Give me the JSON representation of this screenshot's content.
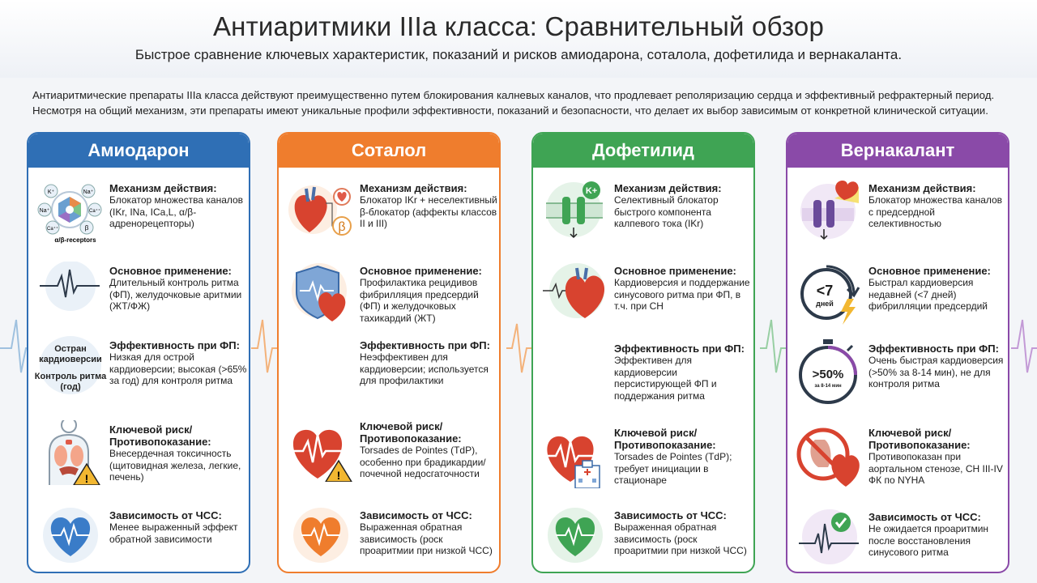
{
  "header": {
    "title": "Антиаритмики IIIa класса: Сравнительный обзор",
    "subtitle": "Быстрое сравнение ключевых характеристик, показаний и рисков амиодарона, соталола, дофетилида и вернакаланта."
  },
  "intro": {
    "line1": "Антиаритмические препараты IIIa класса действуют преимущественно путем блокирования калневых каналов, что продлевает реполяризацию сердца и эффективный рефрактерный период.",
    "line2": "Несмотря на общий механизм, эти препараты имеют уникальные профили эффективности, показаний и безопасности, что делает их выбор зависимым от конкретной клинической ситуации."
  },
  "colors": {
    "amiodarone": "#2f6fb5",
    "sotalol": "#ef7d2d",
    "dofetilide": "#3fa454",
    "vernakalant": "#8a4aa8"
  },
  "cards": [
    {
      "name": "Амиодарон",
      "mechanism": {
        "label": "Механизм действия:",
        "text": "Блокатор множества каналов (IKr, INa, ICa,L, α/β-адренорецепторы)"
      },
      "usage": {
        "label": "Основное применение:",
        "text": "Длительный контроль ритма (ФП), желудочковые аритмии (ЖТ/ФЖ)"
      },
      "efficacy": {
        "label": "Эффективность при ФП:",
        "text": "Низкая для острой кардиоверсии; высокая (>65% за год) для контроля ритма"
      },
      "risk": {
        "label": "Ключевой риск/ Противопоказание:",
        "text": "Внесердечная токсичность (щитовидная железа, легкие, печень)"
      },
      "rate": {
        "label": "Зависимость от ЧСС:",
        "text": "Менее выраженный эффект обратной зависимости"
      },
      "icon_labels": {
        "k": "K⁺",
        "na1": "Na⁺",
        "na2": "Na⁺",
        "ca1": "Ca⁺⁺",
        "ca2": "Ca⁺⁺",
        "b": "β",
        "receptors": "α/β-receptors",
        "bubble1": "Остран кардиоверсии",
        "bubble2": "Контроль ритма (год)"
      }
    },
    {
      "name": "Соталол",
      "mechanism": {
        "label": "Механизм действия:",
        "text": "Блокатор IKr + неселективный β-блокатор (аффекты классов II и III)"
      },
      "usage": {
        "label": "Основное применение:",
        "text": "Профилактика рецидивов фибрилляция предсердий (ФП) и желудочковых тахикардий (ЖТ)"
      },
      "efficacy": {
        "label": "Эффективность при ФП:",
        "text": "Неэффективен для кардиоверсии; используется для профилактики"
      },
      "risk": {
        "label": "Ключевой риск/ Противопоказание:",
        "text": "Torsades de Pointes (TdP), особенно при брадикардии/почечной недосгаточности"
      },
      "rate": {
        "label": "Зависимость от ЧСС:",
        "text": "Выраженная обратная зависимость (роск проаритмии при низкой ЧСС)"
      },
      "icon_labels": {
        "beta": "β"
      }
    },
    {
      "name": "Дофетилид",
      "mechanism": {
        "label": "Механизм действия:",
        "text": "Селективный блокатор быстрого компонента калпевого тока (IKr)"
      },
      "usage": {
        "label": "Основное применение:",
        "text": "Кардиоверсия и поддержание синусового ритма при ФП, в т.ч. при СН"
      },
      "efficacy": {
        "label": "Эффективность при ФП:",
        "text": "Эффективен для кардиоверсии персистирующей ФП и поддержания ритма"
      },
      "risk": {
        "label": "Ключевой риск/ Противопоказание:",
        "text": "Torsades de Pointes (TdP); требует инициации в стационаре"
      },
      "rate": {
        "label": "Зависимость от ЧСС:",
        "text": "Выраженная обратная зависимость (роск проаритмии при низкой ЧСС)"
      },
      "icon_labels": {
        "k": "K+"
      }
    },
    {
      "name": "Вернакалант",
      "mechanism": {
        "label": "Механизм действия:",
        "text": "Блокатор множества каналов с предсердной селективностью"
      },
      "usage": {
        "label": "Основное применение:",
        "text": "Быстрал кардиоверсия недавней (<7 дней) фибрилляции предсердий"
      },
      "efficacy": {
        "label": "Эффективность при ФП:",
        "text": "Очень быстрая кардиоверсия (>50% за 8-14 мин), не для контроля ритма"
      },
      "risk": {
        "label": "Ключевой риск/ Противопоказание:",
        "text": "Противопоказан при аортальном стенозе, СН III-IV ФК по NYHA"
      },
      "rate": {
        "label": "Зависимость от ЧСС:",
        "text": "Не ожидается проаритмин после восстановления синусового ритма"
      },
      "icon_labels": {
        "days_num": "<7",
        "days_unit": "дней",
        "pct": ">50%",
        "pct_sub": "за 8-14 мин"
      }
    }
  ]
}
